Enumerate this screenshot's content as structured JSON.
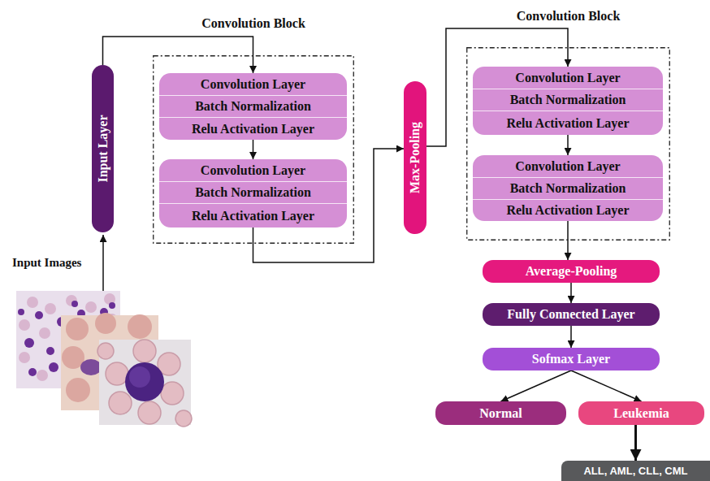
{
  "diagram": {
    "nodes": [
      {
        "text": [
          "Input Layer"
        ]
      },
      {
        "text": [
          "Convolution Block"
        ]
      },
      {
        "text": [
          "Convolution Layer"
        ],
        "in": 1
      },
      {
        "text": [
          "Batch Normalization"
        ],
        "in": 1
      },
      {
        "text": [
          "Relu Activation Layer"
        ],
        "in": 1
      },
      {
        "text": [
          "Convolution Layer"
        ],
        "in": 1
      },
      {
        "text": [
          "Batch Normalization"
        ],
        "in": 1
      },
      {
        "text": [
          "Relu Activation Layer"
        ],
        "in": 1
      },
      {
        "text": [
          "Max-Pooling"
        ]
      },
      {
        "text": [
          "Convolution Block"
        ]
      },
      {
        "text": [
          "Convolution Layer"
        ],
        "in": 9
      },
      {
        "text": [
          "Batch Normalization"
        ],
        "in": 9
      },
      {
        "text": [
          "Relu Activation Layer"
        ],
        "in": 9
      },
      {
        "text": [
          "Convolution Layer"
        ],
        "in": 9
      },
      {
        "text": [
          "Batch Normalization"
        ],
        "in": 9
      },
      {
        "text": [
          "Relu Activation Layer"
        ],
        "in": 9
      },
      {
        "text": [
          "Average-Pooling"
        ]
      },
      {
        "text": [
          "Fully Connected Layer"
        ]
      },
      {
        "text": [
          "Sofmax Layer"
        ]
      },
      {
        "text": [
          "Normal"
        ]
      },
      {
        "text": [
          "Leukemia"
        ]
      },
      {
        "text": [
          "ALL, AML, CLL, CML"
        ]
      }
    ],
    "edges": [
      {
        "from": 0,
        "to": 2,
        "arrow": "to"
      },
      {
        "from": 4,
        "to": 5,
        "arrow": "to"
      },
      {
        "from": 7,
        "to": 8,
        "arrow": "to"
      },
      {
        "from": 8,
        "to": 10,
        "arrow": "to"
      },
      {
        "from": 12,
        "to": 13,
        "arrow": "to"
      },
      {
        "from": 15,
        "to": 16,
        "arrow": "to"
      },
      {
        "from": 16,
        "to": 17,
        "arrow": "to"
      },
      {
        "from": 17,
        "to": 18,
        "arrow": "to"
      },
      {
        "from": 18,
        "to": 19,
        "arrow": "to"
      },
      {
        "from": 18,
        "to": 20,
        "arrow": "to"
      },
      {
        "from": 20,
        "to": 21,
        "arrow": "to"
      }
    ],
    "labels": [
      "Input Images"
    ]
  }
}
